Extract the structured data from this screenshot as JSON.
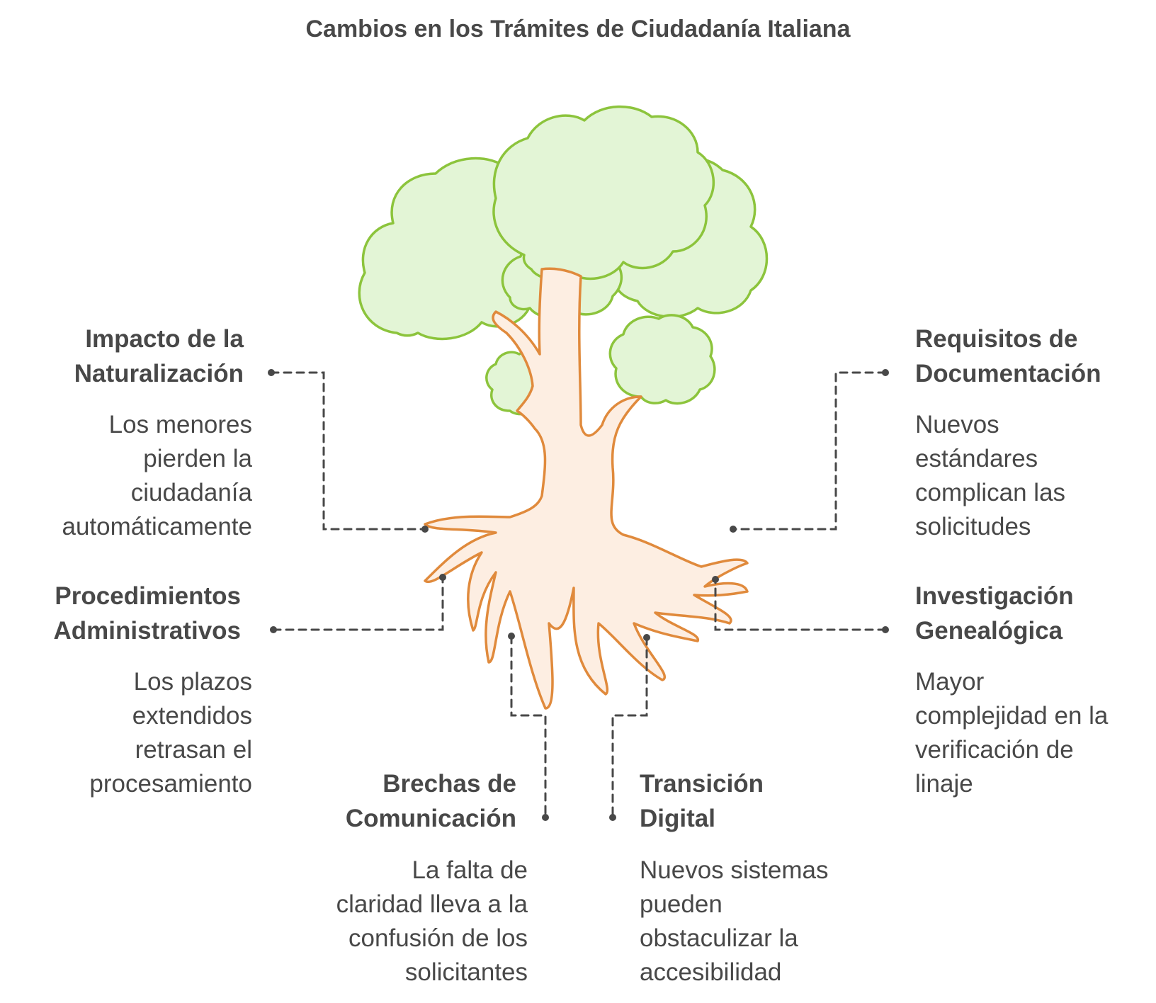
{
  "title": "Cambios en los Trámites de Ciudadanía Italiana",
  "colors": {
    "foliage_fill": "#e3f5d6",
    "foliage_stroke": "#8cc43c",
    "trunk_fill": "#fdeee2",
    "trunk_stroke": "#e08a3c",
    "connector": "#484848",
    "text": "#484848"
  },
  "nodes": {
    "naturalizacion": {
      "heading": "Impacto de la\nNaturalización",
      "description": "Los menores\npierden la\nciudadanía\nautomáticamente"
    },
    "procedimientos": {
      "heading": "Procedimientos\nAdministrativos",
      "description": "Los plazos\nextendidos\nretrasan el\nprocesamiento"
    },
    "comunicacion": {
      "heading": "Brechas de\nComunicación",
      "description": "La falta de\nclaridad lleva a la\nconfusión de los\nsolicitantes"
    },
    "transicion": {
      "heading": "Transición\nDigital",
      "description": "Nuevos sistemas\npueden\nobstaculizar la\naccesibilidad"
    },
    "documentacion": {
      "heading": "Requisitos de\nDocumentación",
      "description": "Nuevos\nestándares\ncomplican las\nsolicitudes"
    },
    "genealogica": {
      "heading": "Investigación\nGenealógica",
      "description": "Mayor\ncomplejidad en la\nverificación de\nlinaje"
    }
  }
}
